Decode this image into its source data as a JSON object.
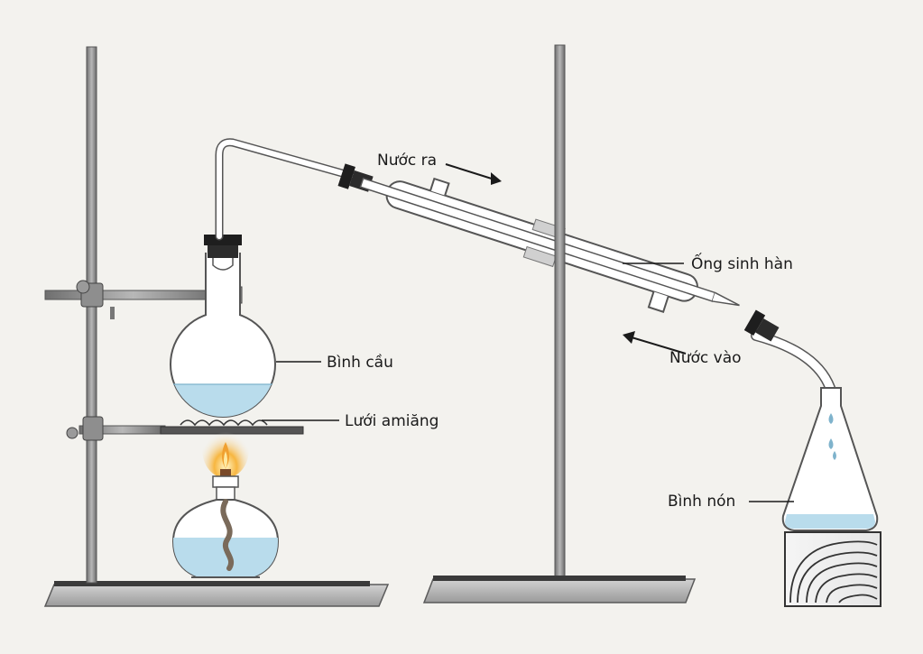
{
  "labels": {
    "water_out": "Nước ra",
    "condenser": "Ống sinh hàn",
    "water_in": "Nước vào",
    "round_flask": "Bình cầu",
    "asbestos_mesh": "Lưới amiăng",
    "conical_flask": "Bình nón"
  },
  "colors": {
    "background": "#f3f2ee",
    "metal": "#8a8a8a",
    "metal_dark": "#4a4a4a",
    "glass": "#ffffff",
    "glass_outline": "#555555",
    "liquid": "#b9dcec",
    "stopper": "#1e1e1e",
    "flame": "#f0a030"
  }
}
